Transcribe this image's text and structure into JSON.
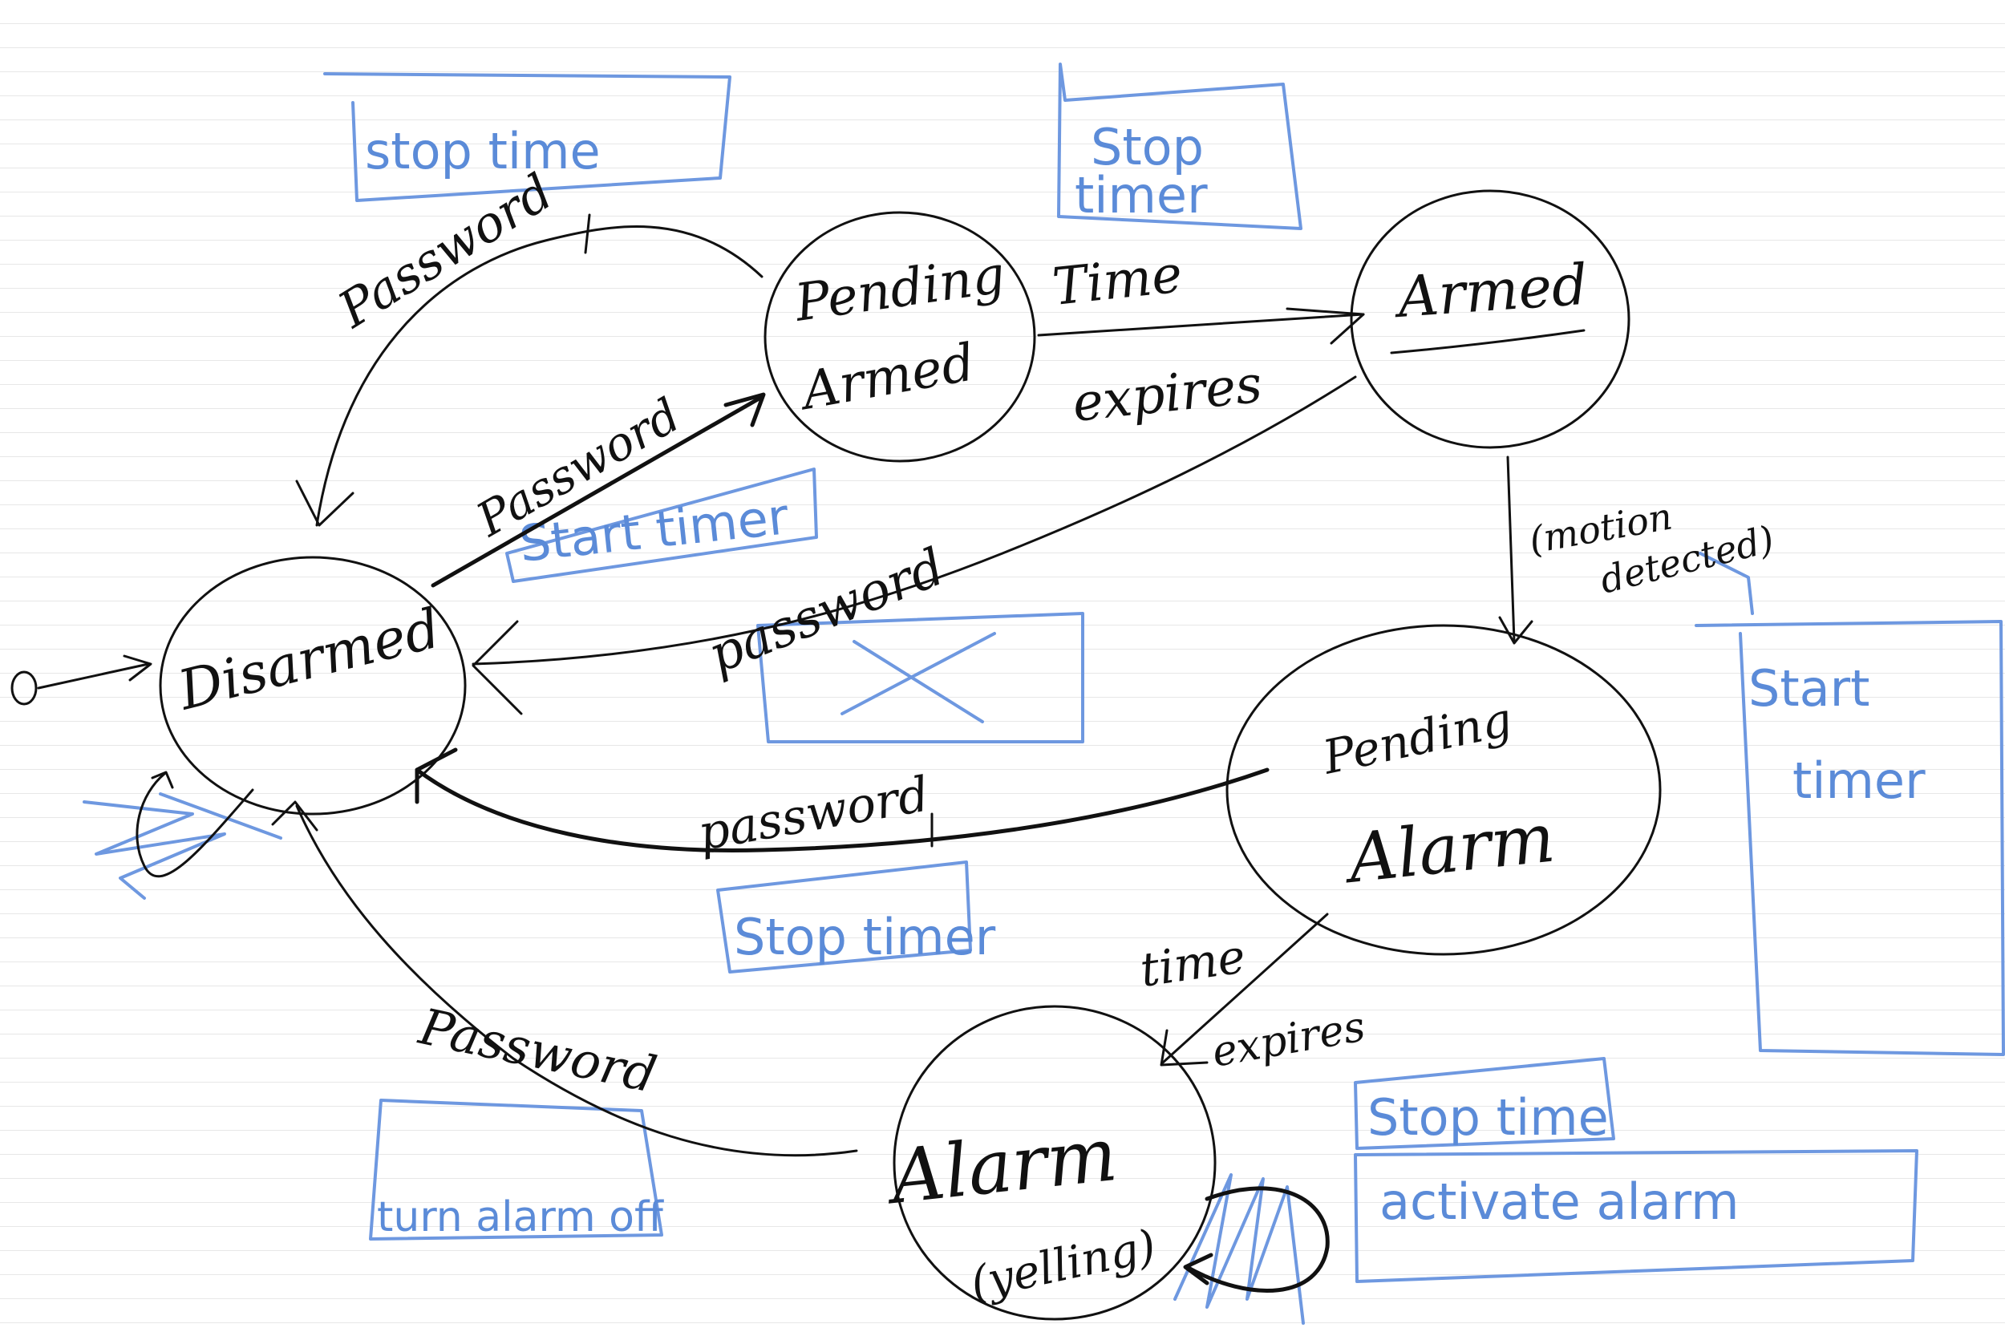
{
  "states": {
    "disarmed": "Disarmed",
    "pending_armed_1": "Pending",
    "pending_armed_2": "Armed",
    "armed": "Armed",
    "pending_alarm_1": "Pending",
    "pending_alarm_2": "Alarm",
    "alarm_1": "Alarm",
    "alarm_2": "(yelling)"
  },
  "transitions": {
    "password_top": "Password",
    "password_mid": "Password",
    "password_armed": "password",
    "password_pending_alarm": "password",
    "password_alarm": "Password",
    "time_expires_1_a": "Time",
    "time_expires_1_b": "expires",
    "motion_1": "(motion",
    "motion_2": "detected)",
    "time_expires_2_a": "time",
    "time_expires_2_b": "expires"
  },
  "actions": {
    "stop_time_top": "stop time",
    "stop_timer_top_1": "Stop",
    "stop_timer_top_2": "timer",
    "start_timer_mid": "Start timer",
    "stop_timer_mid": "Stop timer",
    "start_timer_right_1": "Start",
    "start_timer_right_2": "timer",
    "turn_alarm_off": "turn alarm off",
    "stop_time_bottom": "Stop time",
    "activate_alarm": "activate alarm"
  },
  "colors": {
    "ink": "#111111",
    "annotation_blue": "#6e98e0",
    "rule_lines": "#e7e7e7"
  }
}
